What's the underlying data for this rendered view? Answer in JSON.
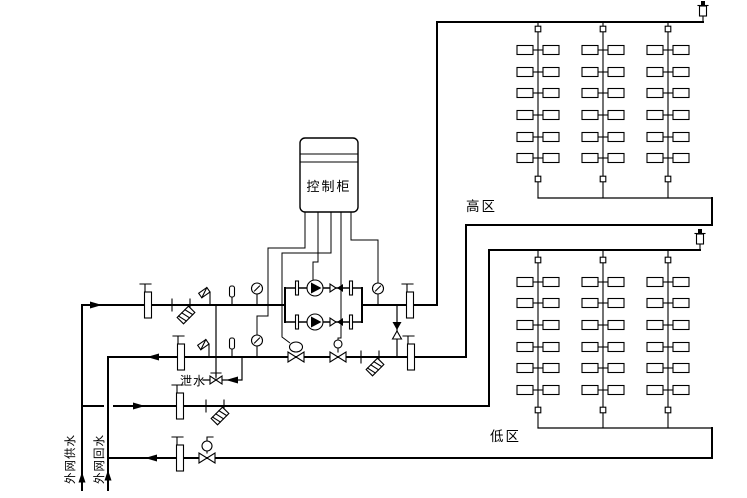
{
  "page": {
    "background": "#ffffff",
    "line_color": "#000000"
  },
  "labels": {
    "control_cabinet": "控制柜",
    "high_zone": "高区",
    "low_zone": "低区",
    "drain": "泄水",
    "external_supply": "外网供水",
    "external_return": "外网回水"
  },
  "zones": [
    {
      "id": "high_zone",
      "label": "高区",
      "riser_count": 3,
      "radiator_rows": 6,
      "radiators_per_row": 2
    },
    {
      "id": "low_zone",
      "label": "低区",
      "riser_count": 3,
      "radiator_rows": 6,
      "radiators_per_row": 2
    }
  ],
  "equipment": {
    "circulation_pumps": 2
  }
}
